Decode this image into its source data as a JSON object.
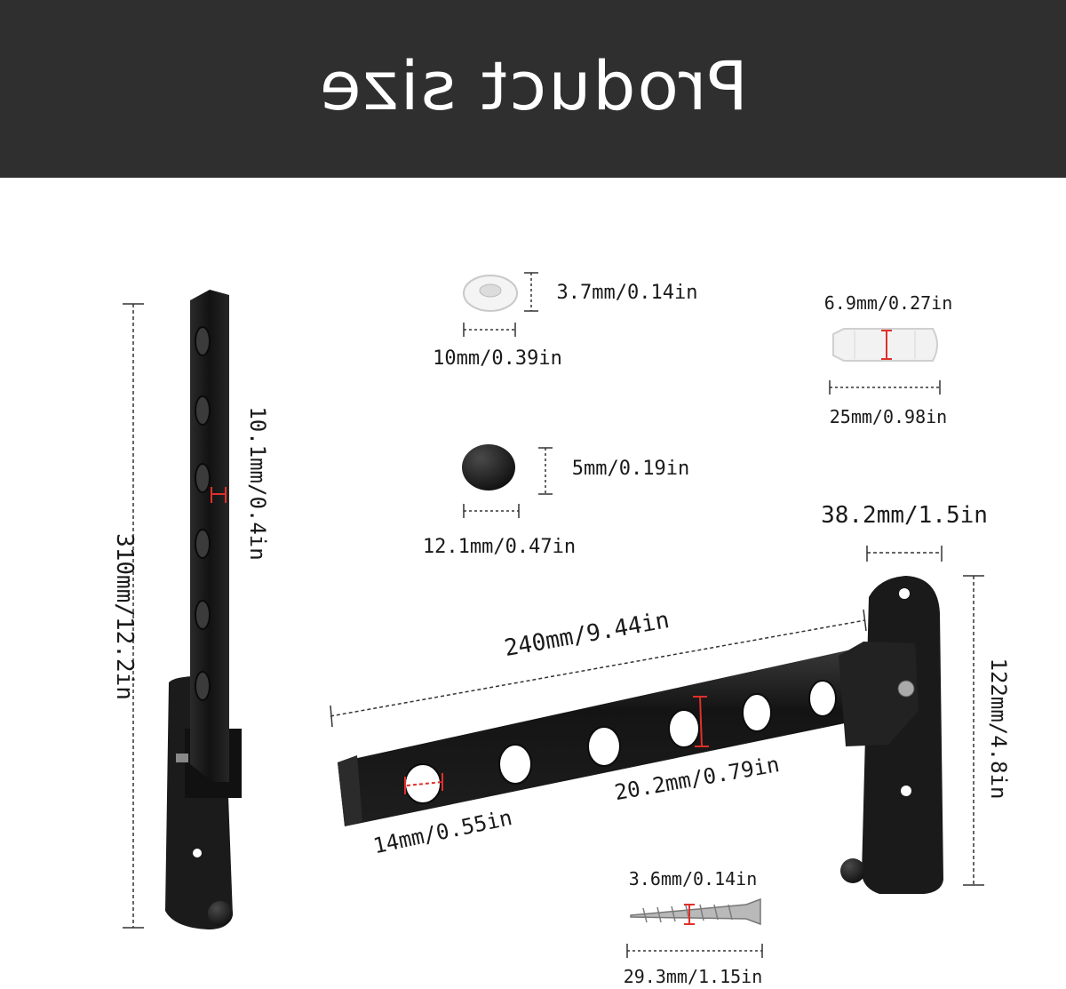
{
  "header": {
    "title": "Product size"
  },
  "dimensions": {
    "total_height": "310mm/12.2in",
    "hole_width_vertical": "10.1mm/0.4in",
    "washer_thickness": "3.7mm/0.14in",
    "washer_diameter": "10mm/0.39in",
    "cap_height": "5mm/0.19in",
    "cap_diameter": "12.1mm/0.47in",
    "anchor_diameter": "6.9mm/0.27in",
    "anchor_length": "25mm/0.98in",
    "plate_width": "38.2mm/1.5in",
    "arm_length": "240mm/9.44in",
    "plate_height": "122mm/4.8in",
    "arm_width": "20.2mm/0.79in",
    "hole_diameter": "14mm/0.55in",
    "screw_diameter": "3.6mm/0.14in",
    "screw_length": "29.3mm/1.15in"
  },
  "colors": {
    "header_bg": "#2f2f2f",
    "metal": "#1c1c1c",
    "accent": "#e0302a"
  }
}
